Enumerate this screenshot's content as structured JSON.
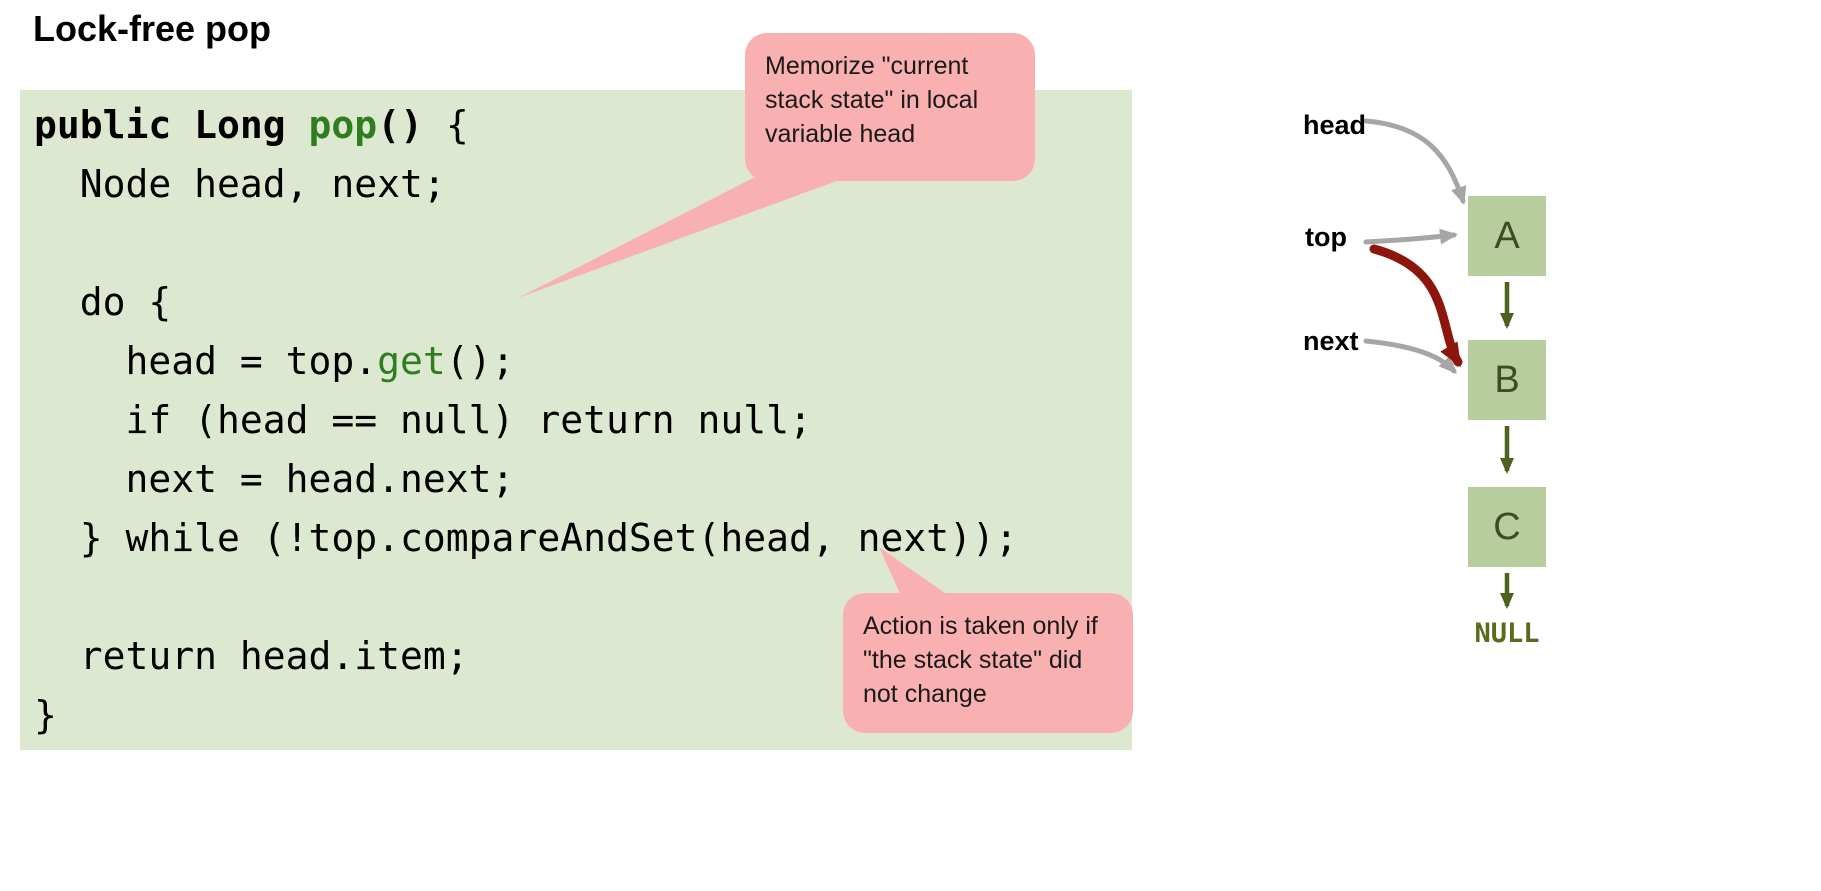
{
  "title": "Lock-free pop",
  "code": {
    "lines": [
      [
        {
          "t": "public Long ",
          "c": "b"
        },
        {
          "t": "pop",
          "c": "bg"
        },
        {
          "t": "()",
          "c": "b"
        },
        {
          "t": " {"
        }
      ],
      [
        {
          "t": "  Node head, next;"
        }
      ],
      [
        {
          "t": ""
        }
      ],
      [
        {
          "t": "  do {"
        }
      ],
      [
        {
          "t": "    head = top."
        },
        {
          "t": "get",
          "c": "g"
        },
        {
          "t": "();"
        }
      ],
      [
        {
          "t": "    if (head == null) return null;"
        }
      ],
      [
        {
          "t": "    next = head.next;"
        }
      ],
      [
        {
          "t": "  } while (!top.compareAndSet(head, next));"
        }
      ],
      [
        {
          "t": ""
        }
      ],
      [
        {
          "t": "  return head.item;"
        }
      ],
      [
        {
          "t": "}"
        }
      ]
    ]
  },
  "callouts": {
    "memorize": "Memorize \"current stack state\" in local variable head",
    "action": "Action is taken only if \"the stack state\" did not change"
  },
  "diagram": {
    "labels": {
      "head": "head",
      "top": "top",
      "next": "next",
      "terminator": "NULL"
    },
    "nodes": [
      "A",
      "B",
      "C"
    ]
  },
  "colors": {
    "code-bg": "#dde8d0",
    "keyword-green": "#2e7d1f",
    "callout-pink": "#f9b0b0",
    "node-fill": "#b7cd9d",
    "node-text": "#3f4b27",
    "arrow-olive": "#4f611f",
    "arrow-gray": "#a6a6a6",
    "arrow-red": "#8c160c",
    "text": "#000000"
  }
}
